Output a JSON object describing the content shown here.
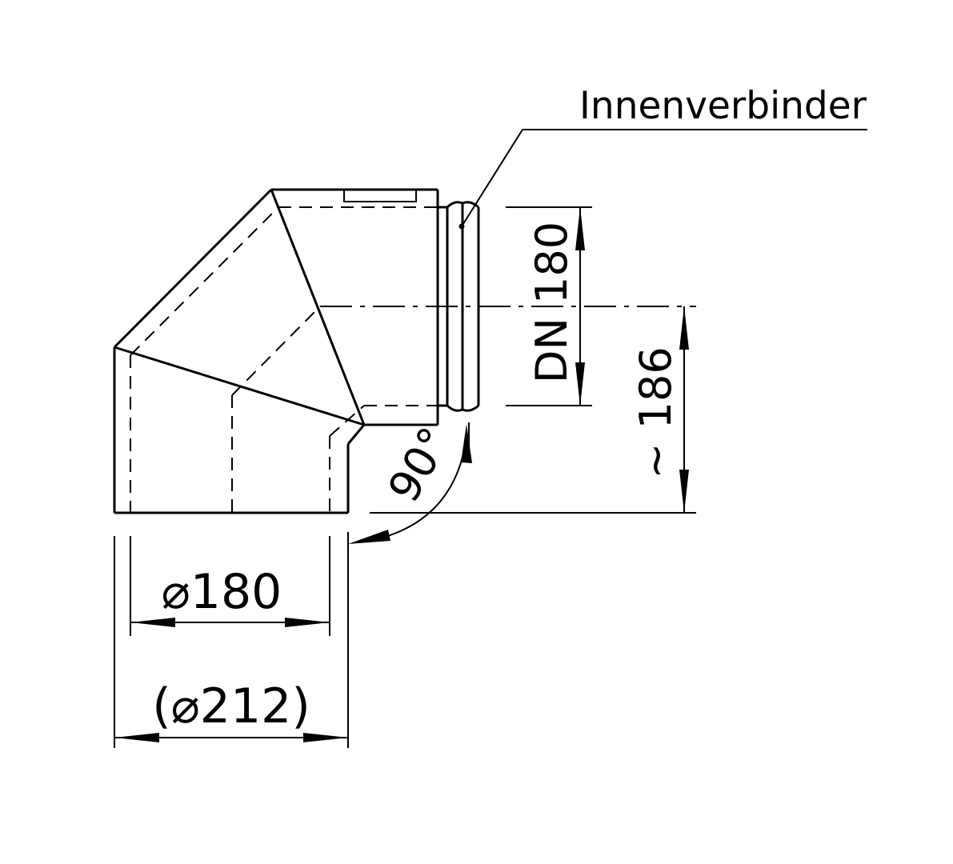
{
  "callout": {
    "label": "Innenverbinder"
  },
  "dimensions": {
    "nominal": "DN 180",
    "height": "~ 186",
    "angle": "90°",
    "inner_diameter": "⌀180",
    "outer_diameter": "(⌀212)"
  }
}
